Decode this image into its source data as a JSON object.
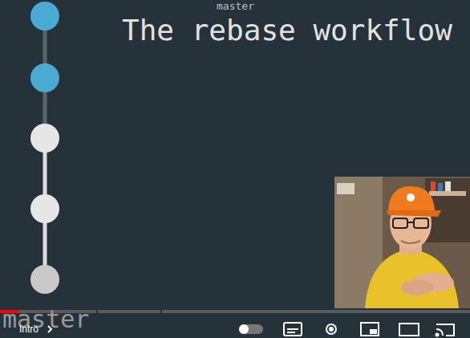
{
  "diagram": {
    "title": "The rebase workflow",
    "labels": [
      "master",
      "master",
      "Intro"
    ]
  }
}
